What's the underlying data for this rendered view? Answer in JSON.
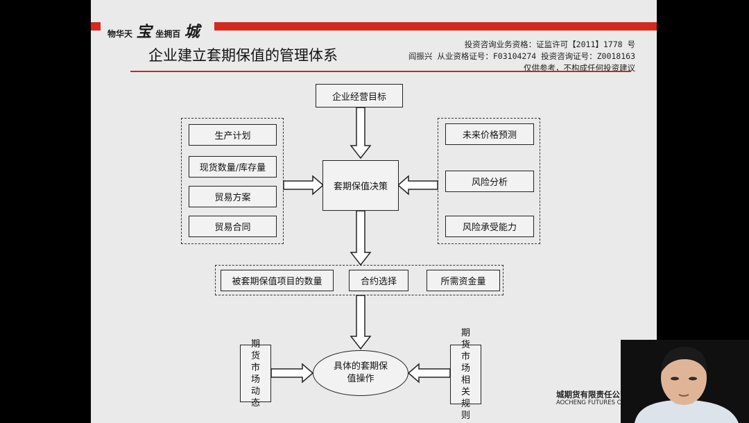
{
  "header": {
    "logo_left": "物华天",
    "logo_mark": "宝",
    "logo_right": "坐拥百",
    "logo_tail": "城",
    "title": "企业建立套期保值的管理体系",
    "info_line1": "投资咨询业务资格：证监许可【2011】1778 号",
    "info_line2": "阎振兴 从业资格证号：F03104274  投资咨询证号：Z0018163",
    "info_line3": "仅供参考，不构成任何投资建议"
  },
  "diagram": {
    "top_goal": "企业经营目标",
    "left_group": [
      "生产计划",
      "现货数量/库存量",
      "贸易方案",
      "贸易合同"
    ],
    "center": "套期保值决策",
    "right_group": [
      "未来价格预测",
      "风险分析",
      "风险承受能力"
    ],
    "middle_group": [
      "被套期保值项目的数量",
      "合约选择",
      "所需资金量"
    ],
    "bottom_left": "期货市场动态",
    "bottom_center": "具体的套期保值操作",
    "bottom_right": "期货市场相关规则"
  },
  "footer": {
    "company_cn": "城期货有限责任公司",
    "company_en": "AOCHENG FUTURES CO.,LTD."
  },
  "colors": {
    "brand_red": "#d42a1e",
    "slide_bg": "#eaeaea"
  }
}
